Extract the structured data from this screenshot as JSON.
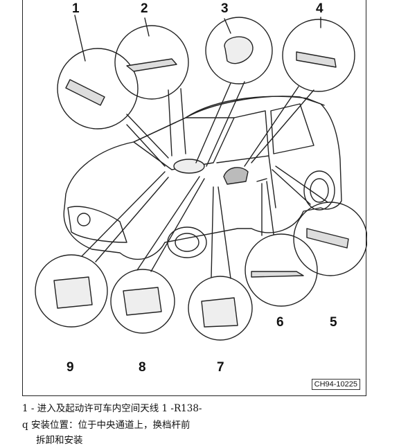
{
  "figure": {
    "callouts": [
      "1",
      "2",
      "3",
      "4",
      "5",
      "6",
      "7",
      "8",
      "9"
    ],
    "code": "CH94-10225"
  },
  "captions": [
    {
      "prefix": "1 -",
      "text": "进入及起动许可车内空间天线 1 -R138-"
    },
    {
      "prefix": "q",
      "text": "安装位置：位于中央通道上，换档杆前"
    },
    {
      "prefix": "",
      "text": "拆卸和安装"
    }
  ]
}
